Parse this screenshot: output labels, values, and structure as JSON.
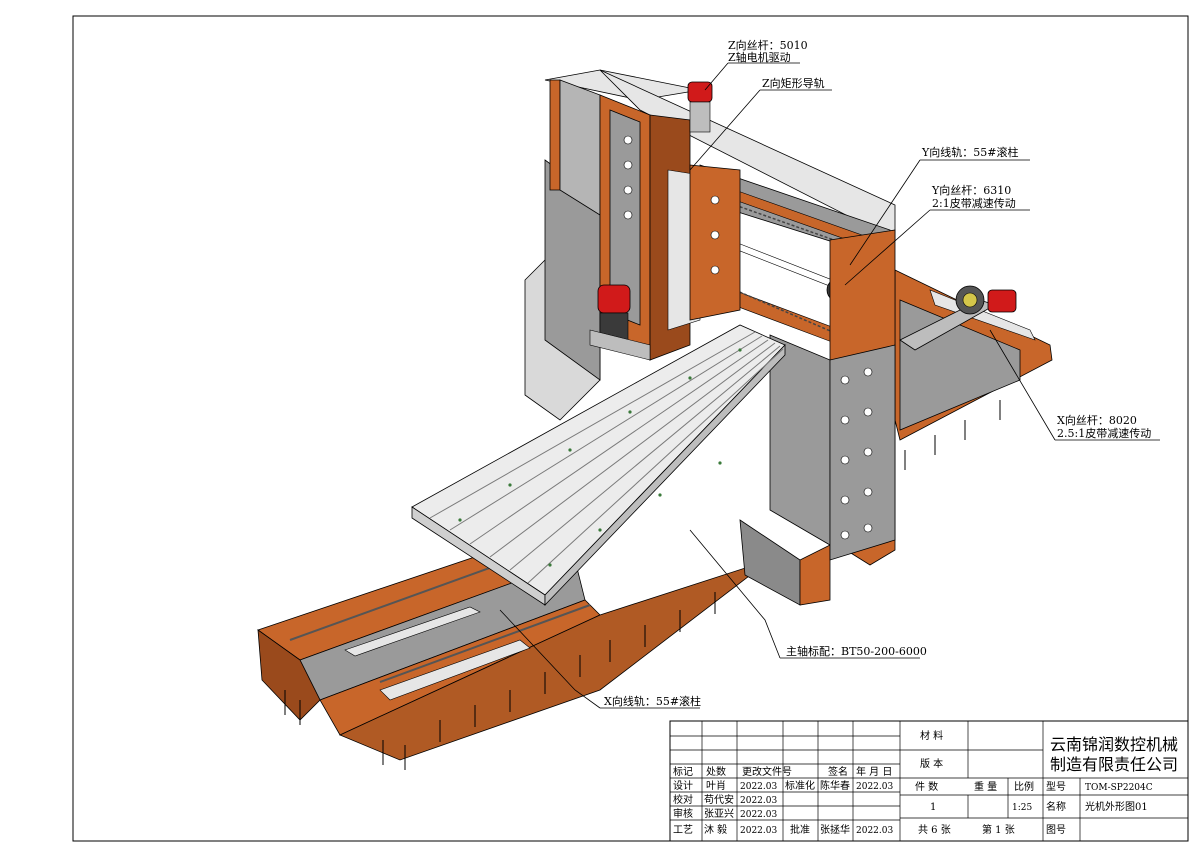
{
  "annotations": {
    "z_screw": "Z向丝杆：5010",
    "z_motor": "Z轴电机驱动",
    "z_guide": "Z向矩形导轨",
    "y_rail": "Y向线轨：55#滚柱",
    "y_screw": "Y向丝杆：6310",
    "y_belt": "2:1皮带减速传动",
    "x_screw": "X向丝杆：8020",
    "x_belt": "2.5:1皮带减速传动",
    "spindle": "主轴标配：BT50-200-6000",
    "x_rail": "X向线轨：55#滚柱"
  },
  "title_block": {
    "company_line1": "云南锦润数控机械",
    "company_line2": "制造有限责任公司",
    "material_label": "材 料",
    "version_label": "版 本",
    "quantity_label": "件 数",
    "quantity_value": "1",
    "weight_label": "重 量",
    "scale_label": "比例",
    "scale_value": "1:25",
    "model_label": "型号",
    "model_value": "TOM-SP2204C",
    "name_label": "名称",
    "name_value": "光机外形图01",
    "drawing_no_label": "图号",
    "sheets_total": "共 6 张",
    "sheet_current": "第 1 张",
    "rev_headers": [
      "标记",
      "处数",
      "更改文件号",
      "签名",
      "年 月 日"
    ],
    "rows": [
      {
        "role": "设计",
        "name": "叶肖",
        "date": "2022.03",
        "role2": "标准化",
        "name2": "陈华春",
        "date2": "2022.03"
      },
      {
        "role": "校对",
        "name": "苟代安",
        "date": "2022.03"
      },
      {
        "role": "审核",
        "name": "张亚兴",
        "date": "2022.03"
      },
      {
        "role": "工艺",
        "name": "沐 毅",
        "date": "2022.03",
        "role2": "批准",
        "name2": "张拯华",
        "date2": "2022.03"
      }
    ]
  },
  "colors": {
    "orange": "#c8662a",
    "orange_dark": "#9a4a1c",
    "gray": "#9a9a9a",
    "gray_dark": "#6e6e6e",
    "light": "#e6e6e6",
    "table": "#f2f2f2",
    "red": "#d11a1a"
  }
}
